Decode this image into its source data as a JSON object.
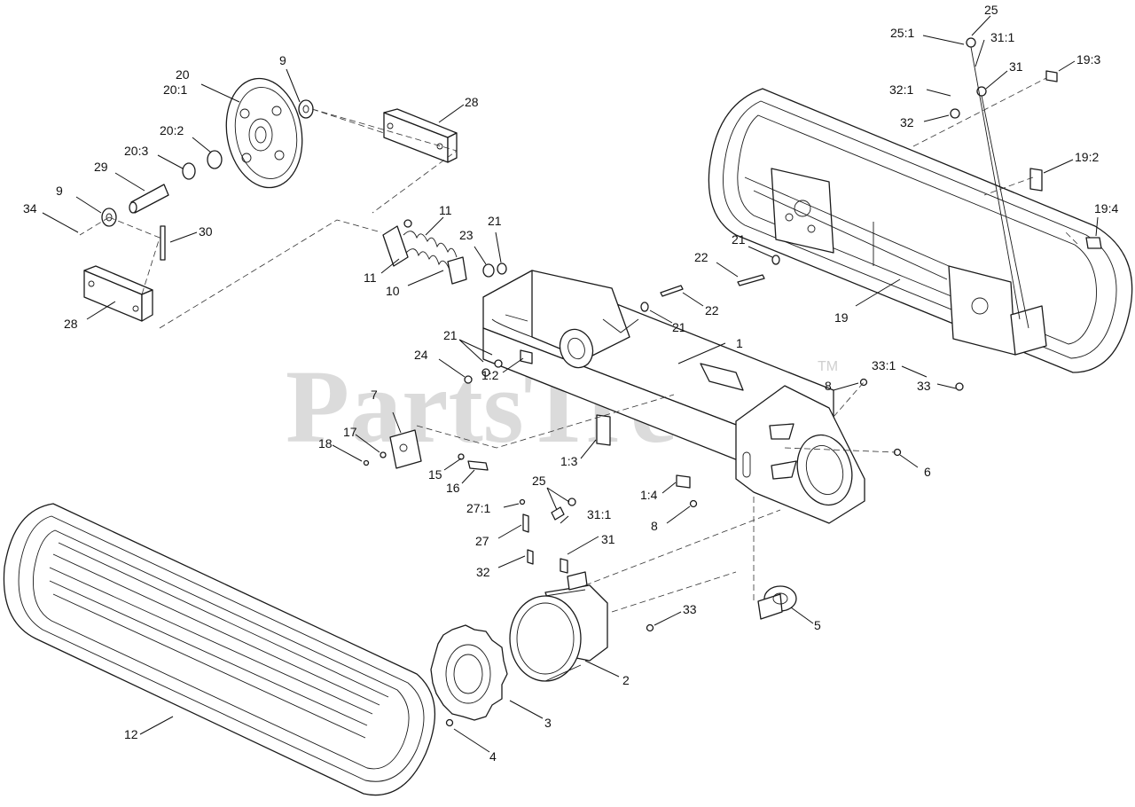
{
  "watermark": {
    "text": "PartsTree",
    "trademark": "TM"
  },
  "callouts": {
    "c1": "1",
    "c1_2": "1:2",
    "c1_3": "1:3",
    "c1_4": "1:4",
    "c2": "2",
    "c3": "3",
    "c4": "4",
    "c5": "5",
    "c6": "6",
    "c7": "7",
    "c8a": "8",
    "c8b": "8",
    "c9a": "9",
    "c9b": "9",
    "c10": "10",
    "c11a": "11",
    "c11b": "11",
    "c12": "12",
    "c15": "15",
    "c16": "16",
    "c17": "17",
    "c18": "18",
    "c19": "19",
    "c19_2": "19:2",
    "c19_3": "19:3",
    "c19_4": "19:4",
    "c20": "20",
    "c20_1": "20:1",
    "c20_2": "20:2",
    "c20_3": "20:3",
    "c21a": "21",
    "c21b": "21",
    "c21c": "21",
    "c21d": "21",
    "c22a": "22",
    "c22b": "22",
    "c23": "23",
    "c24": "24",
    "c25a": "25",
    "c25_1": "25:1",
    "c25b": "25",
    "c27": "27",
    "c27_1": "27:1",
    "c28a": "28",
    "c28b": "28",
    "c29": "29",
    "c30": "30",
    "c31a": "31",
    "c31_1a": "31:1",
    "c31b": "31",
    "c31_1b": "31:1",
    "c32a": "32",
    "c32_1": "32:1",
    "c32b": "32",
    "c33a": "33",
    "c33_1": "33:1",
    "c33b": "33",
    "c34": "34"
  }
}
